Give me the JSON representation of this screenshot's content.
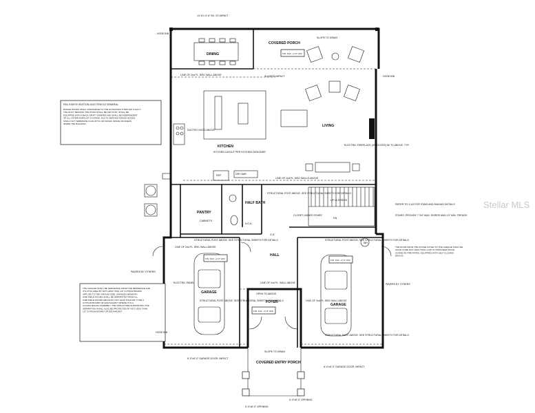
{
  "rooms": {
    "dining": "DINING",
    "covered_porch": "COVERED PORCH",
    "living": "LIVING",
    "kitchen": "KITCHEN",
    "pantry": "PANTRY",
    "half_bath": "HALF BATH",
    "hall": "HALL",
    "garage_left": "GARAGE",
    "garage_right": "GARAGE",
    "foyer": "FOYER",
    "covered_entry_porch": "COVERED ENTRY PORCH"
  },
  "labels": {
    "hose_bib": "HOSE BIB",
    "line_2nd_fl_brg_wall": "LINE OF 2nd FL. BRG WALL ABOVE",
    "line_2nd_fl_brg_walls": "LINE OF 2nd FL. BRG WALLS ABOVE",
    "line_2nd_fl_wall": "LINE OF 2nd FL. WALL ABOVE",
    "ducted_hood": "DUCTED HOOD ABOVE",
    "kitchen_layout": "KITCHEN LAYOUT PER KITCHEN DESIGNER",
    "ref": "REF.",
    "dry_bar": "DRY BAR",
    "electric_fireplace": "ELECTRIC FIREPLACE (VENTLESS) W/ TV ABOVE, TYP.",
    "structural_post": "STRUCTURAL POST ABOVE, SEE STRUCTURAL SHEETS FOR DETAILS",
    "closet_under_stairs": "CLOSET UNDER STAIRS",
    "ada": "A.D.A.",
    "cabinets": "CABINETS",
    "stair_note": "REFER TO 1/ A3 FOR STAIR AND RAILING DETAILS",
    "stairs_provide": "STAIRS: PROVIDE 7 3/4\" MAX. RISERS AND 10\" MIN. TREADS.",
    "stair_up": "UP 16 RISERS",
    "stair_dn": "DN",
    "fire_door_note": "THE DOOR FROM THE HOUSE FOYER TO THE GARAGE SHALL BE SOLID CORE NOT LESS THAN 1-3/8\" IN THICKNESS DOOR, 20-MINUTE FIRE RATED, EQUIPPED WITH SELF CLOSING DEVICE.",
    "hood_note_title": "FBC EIGHTH EDITION 2023 ITEM G2 GENERAL",
    "hood_note": "RANGE HOODS SHALL DISCHARGE TO THE OUTDOORS THROUGH A DUCT. THE DUCT SERVING THE HOOD SHALL BE AIR TIGHT, SHALL BE EQUIPPED WITH A BACK-DRAFT DAMPER AND SHALL BE INDEPENDENT OF ALL OTHER EXHAUST SYSTEMS. DUCTS SERVING RANGE HOODS SHALL NOT TERMINATE IN AN ATTIC OR CRAWL SPACE OR AREAS INSIDE THE BUILDING.",
    "garage_note": "THE GARAGE SHALL BE SEPARATED FROM THE RESIDENCE AND ITS ATTIC AREA BY NOT LESS THAN 1/2\" GYPSUM BOARD APPLIED TO THE GARAGE SIDE. GARAGES BENEATH HABITABLE ROOMS SHALL BE SEPARATED FROM ALL HABITABLE ROOMS ABOVE BY NOT LESS THAN 5/8\" TYPE X GYPSUM BOARD OR EQUIVALENT. WHERE IT IS A FLOOR/CEILING ASSEMBLY, THE STRUCTURE SUPPORTING THE SEPARATION SHALL ALSO BE PROTECTED BY NOT LESS THAN 1/2\" GYPSUM BOARD OR EQUIVALENT.",
    "pavers": "PAVERS BY OTHERS",
    "pavers_right": "PAVERS BY OTHERS",
    "electric_panel": "ELECTRIC PANEL",
    "open_above": "OPEN TO ABOVE",
    "slope_to_drain": "SLOPE TO DRAIN",
    "wh": "WH",
    "garage_door_left": "8'-0\"x8'-0\" GARAGE DOOR, IMPACT",
    "garage_door_right": "8'-0\"x8'-0\" GARAGE DOOR, IMPACT",
    "opening_left": "5'-0\"x8'-0\" OPENING",
    "opening_right": "5'-0\"x8'-0\" OPENING",
    "sliders_impact": "SLIDERS IMPACT",
    "fin_flr": "FIN. FLR. +1'-8\" AFF",
    "fin_flr_garage": "FIN. FLR. +1'-0\" AFF",
    "fin_flr_porch": "FIN. FLR. +1'-6\" AFF",
    "window_dining": "13'-6\"x 5'-6\" SH. 2S IMPACT",
    "dim_4_6": "4'-6\""
  },
  "watermark": "Stellar MLS"
}
